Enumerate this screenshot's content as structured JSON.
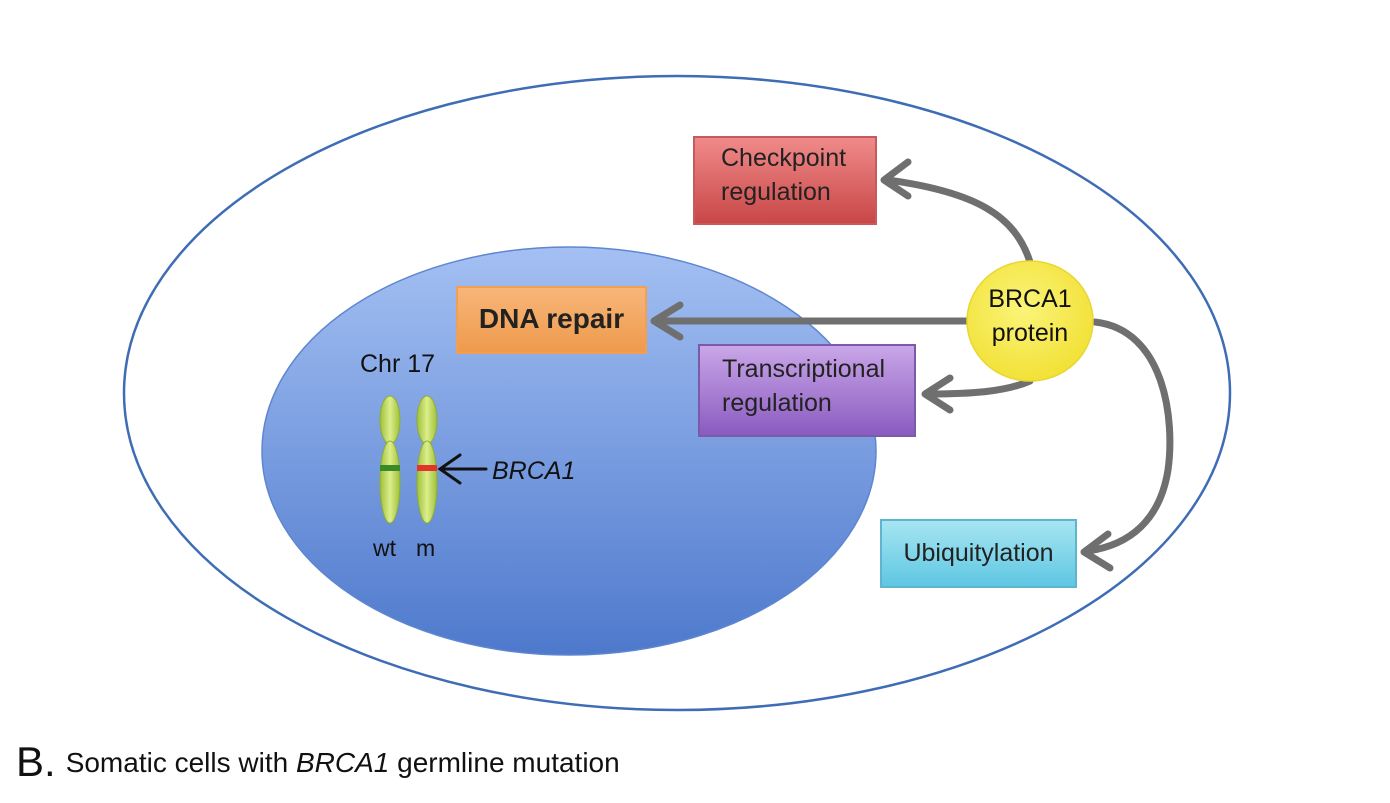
{
  "diagram": {
    "boxes": {
      "checkpoint": {
        "line1": "Checkpoint",
        "line2": "regulation",
        "color": "#d9605f"
      },
      "dna_repair": {
        "label": "DNA repair",
        "color": "#f4a55e"
      },
      "transcriptional": {
        "line1": "Transcriptional",
        "line2": "regulation",
        "color": "#a57dd1"
      },
      "ubiquitylation": {
        "label": "Ubiquitylation",
        "color": "#7fd3ea"
      }
    },
    "protein": {
      "line1": "BRCA1",
      "line2": "protein",
      "color": "#f7ec42"
    },
    "chromosome": {
      "label": "Chr 17",
      "gene": "BRCA1",
      "allele_wt": "wt",
      "allele_m": "m",
      "wt_band_color": "#3a8a2a",
      "m_band_color": "#e2342b",
      "color": "#b8d64a"
    },
    "nucleus_color": "#6c93dd",
    "cell_outline_color": "#3e6db5",
    "arrow_color": "#6f6f6f"
  },
  "caption": {
    "letter": "B.",
    "text_before": "Somatic cells with ",
    "gene": "BRCA1",
    "text_after": " germline mutation"
  }
}
